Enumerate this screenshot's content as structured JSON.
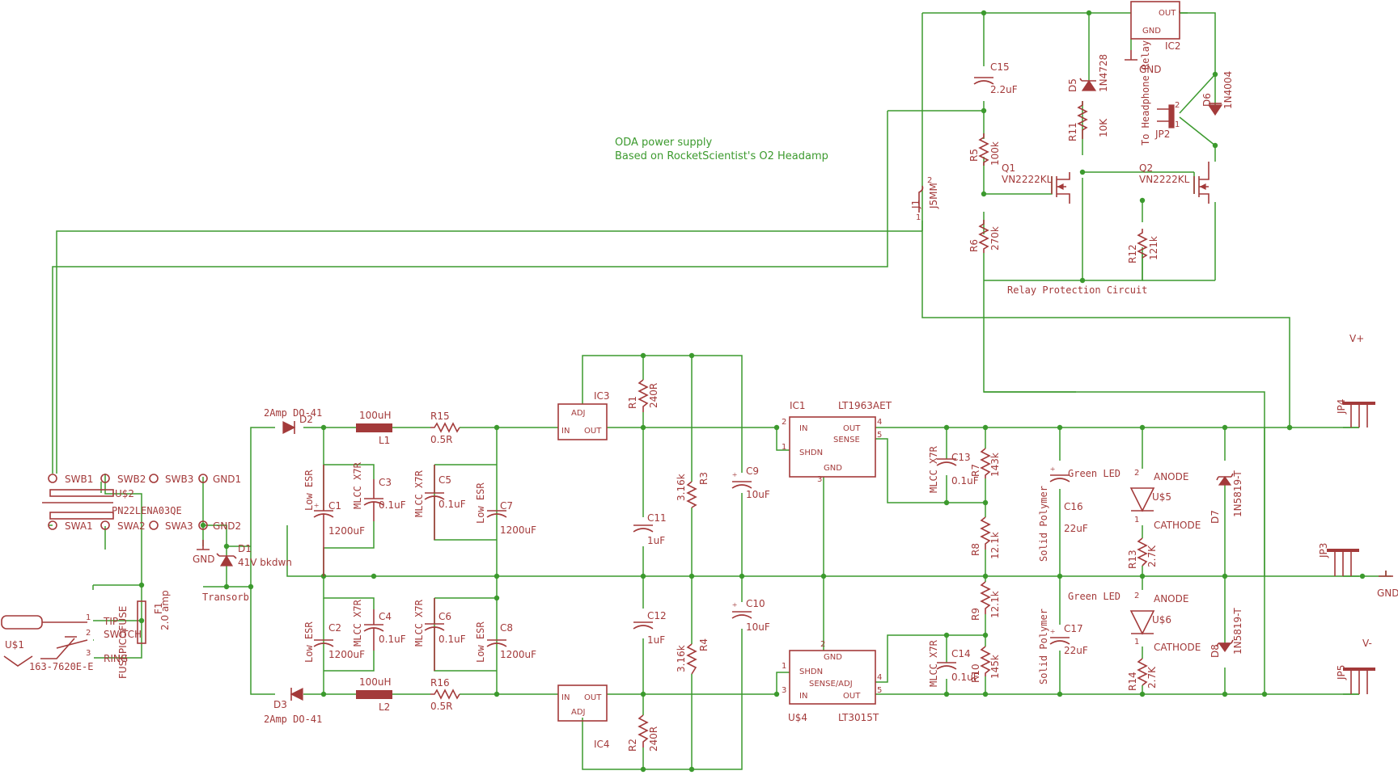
{
  "notes": {
    "title": "ODA power supply",
    "subtitle": "Based on RocketScientist's O2 Headamp",
    "relay_section": "Relay Protection Circuit",
    "to_relay": "To Headphone Relay",
    "vplus": "V+",
    "vminus": "V-",
    "gnd": "GND",
    "transorb": "Transorb",
    "green_led_1": "Green LED",
    "green_led_2": "Green LED",
    "solid_polymer_1": "Solid Polymer",
    "solid_polymer_2": "Solid Polymer"
  },
  "parts": {
    "d2": {
      "ref": "D2",
      "val": "2Amp  DO-41"
    },
    "d3": {
      "ref": "D3",
      "val": "2Amp  DO-41"
    },
    "l1": {
      "ref": "L1",
      "val": "100uH"
    },
    "l2": {
      "ref": "L2",
      "val": "100uH"
    },
    "r15": {
      "ref": "R15",
      "val": "0.5R"
    },
    "r16": {
      "ref": "R16",
      "val": "0.5R"
    },
    "c1": {
      "ref": "C1",
      "val": "1200uF",
      "note": "Low ESR"
    },
    "c2": {
      "ref": "C2",
      "val": "1200uF",
      "note": "Low ESR"
    },
    "c3": {
      "ref": "C3",
      "val": "0.1uF",
      "note": "MLCC  X7R"
    },
    "c4": {
      "ref": "C4",
      "val": "0.1uF",
      "note": "MLCC  X7R"
    },
    "c5": {
      "ref": "C5",
      "val": "0.1uF",
      "note": "MLCC  X7R"
    },
    "c6": {
      "ref": "C6",
      "val": "0.1uF",
      "note": "MLCC  X7R"
    },
    "c7": {
      "ref": "C7",
      "val": "1200uF",
      "note": "Low ESR"
    },
    "c8": {
      "ref": "C8",
      "val": "1200uF",
      "note": "Low ESR"
    },
    "ic3": {
      "ref": "IC3",
      "adj": "ADJ",
      "in": "IN",
      "out": "OUT"
    },
    "ic4": {
      "ref": "IC4",
      "adj": "ADJ",
      "in": "IN",
      "out": "OUT"
    },
    "r1": {
      "ref": "R1",
      "val": "240R"
    },
    "r2": {
      "ref": "R2",
      "val": "240R"
    },
    "r3": {
      "ref": "R3",
      "val": "3.16k"
    },
    "r4": {
      "ref": "R4",
      "val": "3.16k"
    },
    "c9": {
      "ref": "C9",
      "val": "10uF"
    },
    "c10": {
      "ref": "C10",
      "val": "10uF"
    },
    "c11": {
      "ref": "C11",
      "val": "1uF"
    },
    "c12": {
      "ref": "C12",
      "val": "1uF"
    },
    "ic1": {
      "ref": "IC1",
      "part": "LT1963AET",
      "in": "IN",
      "out": "OUT",
      "sense": "SENSE",
      "shdn": "SHDN",
      "gnd": "GND"
    },
    "u4": {
      "ref": "U$4",
      "part": "LT3015T",
      "in": "IN",
      "out": "OUT",
      "sense": "SENSE/ADJ",
      "shdn": "SHDN",
      "gnd": "GND"
    },
    "c13": {
      "ref": "C13",
      "val": "0.1uF",
      "note": "MLCC  X7R"
    },
    "c14": {
      "ref": "C14",
      "val": "0.1uF",
      "note": "MLCC  X7R"
    },
    "r7": {
      "ref": "R7",
      "val": "143k"
    },
    "r8": {
      "ref": "R8",
      "val": "12.1k"
    },
    "r9": {
      "ref": "R9",
      "val": "12.1k"
    },
    "r10": {
      "ref": "R10",
      "val": "145k"
    },
    "c16": {
      "ref": "C16",
      "val": "22uF"
    },
    "c17": {
      "ref": "C17",
      "val": "22uF"
    },
    "u5": {
      "ref": "U$5",
      "anode": "ANODE",
      "cathode": "CATHODE"
    },
    "u6": {
      "ref": "U$6",
      "anode": "ANODE",
      "cathode": "CATHODE"
    },
    "r13": {
      "ref": "R13",
      "val": "2.7K"
    },
    "r14": {
      "ref": "R14",
      "val": "2.7K"
    },
    "d7": {
      "ref": "D7",
      "val": "1N5819-T"
    },
    "d8": {
      "ref": "D8",
      "val": "1N5819-T"
    },
    "jp3": {
      "ref": "JP3"
    },
    "jp4": {
      "ref": "JP4"
    },
    "jp5": {
      "ref": "JP5"
    },
    "c15": {
      "ref": "C15",
      "val": "2.2uF"
    },
    "d5": {
      "ref": "D5",
      "val": "1N4728"
    },
    "d6": {
      "ref": "D6",
      "val": "1N4004"
    },
    "r11": {
      "ref": "R11",
      "val": "10K"
    },
    "r5": {
      "ref": "R5",
      "val": "100k"
    },
    "r6": {
      "ref": "R6",
      "val": "270k"
    },
    "r12": {
      "ref": "R12",
      "val": "121k"
    },
    "q1": {
      "ref": "Q1",
      "val": "VN2222KL"
    },
    "q2": {
      "ref": "Q2",
      "val": "VN2222KL"
    },
    "j1": {
      "ref": "J1",
      "val": "J5MM"
    },
    "jp2": {
      "ref": "JP2"
    },
    "ic2": {
      "ref": "IC2",
      "out": "OUT",
      "gnd": "GND",
      "gndsym": "GND"
    },
    "u2": {
      "ref": "U$2",
      "val": "PN22LENA03QE",
      "swb1": "SWB1",
      "swb2": "SWB2",
      "swb3": "SWB3",
      "gnd1": "GND1",
      "swa1": "SWA1",
      "swa2": "SWA2",
      "swa3": "SWA3",
      "gnd2": "GND2",
      "gndsym": "GND"
    },
    "d1": {
      "ref": "D1",
      "val": "41V bkdwn"
    },
    "f1": {
      "ref": "F1",
      "val": "2.0 amp",
      "pkg": "FUSEPICOFUSE"
    },
    "u1": {
      "ref": "U$1",
      "val": "163-7620E-E",
      "tip": "TIP",
      "switch": "SWITCH",
      "ring": "RING"
    }
  }
}
